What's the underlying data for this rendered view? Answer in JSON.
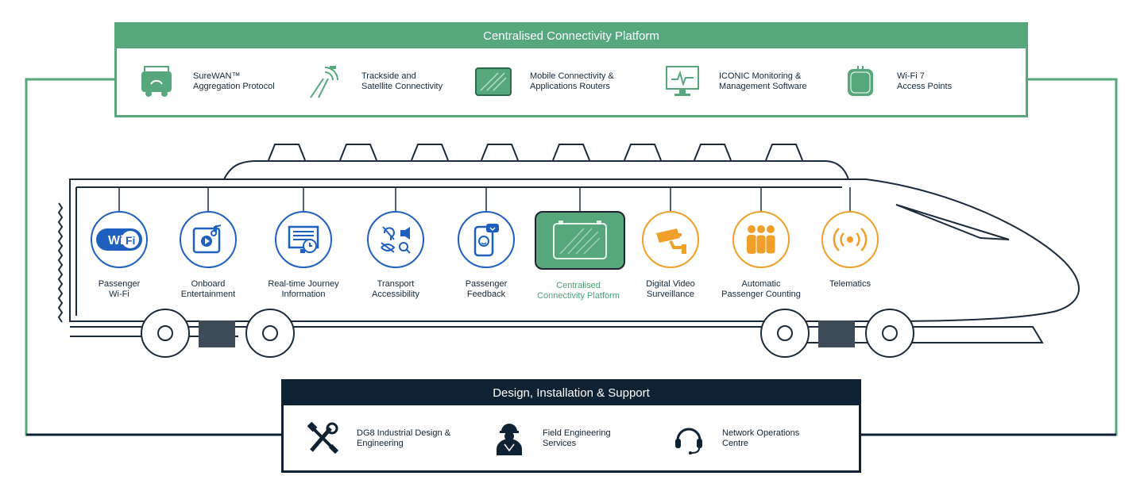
{
  "top_panel": {
    "title": "Centralised Connectivity Platform",
    "items": [
      {
        "icon": "surewan-icon",
        "lines": [
          "SureWAN™",
          "Aggregation Protocol"
        ]
      },
      {
        "icon": "satellite-trackside-icon",
        "lines": [
          "Trackside and",
          "Satellite Connectivity"
        ]
      },
      {
        "icon": "router-icon",
        "lines": [
          "Mobile Connectivity &",
          "Applications Routers"
        ]
      },
      {
        "icon": "monitor-icon",
        "lines": [
          "ICONIC Monitoring &",
          "Management Software"
        ]
      },
      {
        "icon": "access-point-icon",
        "lines": [
          "Wi-Fi 7",
          "Access Points"
        ]
      }
    ]
  },
  "services": [
    {
      "icon": "wifi-icon",
      "color": "#1f5fbf",
      "lines": [
        "Passenger",
        "Wi-Fi"
      ],
      "badge": [
        "Wi",
        "Fi"
      ]
    },
    {
      "icon": "tablet-music-icon",
      "color": "#1f5fbf",
      "lines": [
        "Onboard",
        "Entertainment"
      ]
    },
    {
      "icon": "journey-screen-icon",
      "color": "#1f5fbf",
      "lines": [
        "Real-time Journey",
        "Information"
      ]
    },
    {
      "icon": "accessibility-icon",
      "color": "#1f5fbf",
      "lines": [
        "Transport",
        "Accessibility"
      ]
    },
    {
      "icon": "phone-feedback-icon",
      "color": "#1f5fbf",
      "lines": [
        "Passenger",
        "Feedback"
      ]
    },
    {
      "icon": "router-box-icon",
      "color": "#56a87c",
      "lines": [
        "Centralised",
        "Connectivity Platform"
      ]
    },
    {
      "icon": "cctv-camera-icon",
      "color": "#f0a02a",
      "lines": [
        "Digital Video",
        "Surveillance"
      ]
    },
    {
      "icon": "people-count-icon",
      "color": "#f0a02a",
      "lines": [
        "Automatic",
        "Passenger Counting"
      ]
    },
    {
      "icon": "telematics-signal-icon",
      "color": "#f0a02a",
      "lines": [
        "Telematics"
      ]
    }
  ],
  "bottom_panel": {
    "title": "Design, Installation & Support",
    "items": [
      {
        "icon": "tools-icon",
        "lines": [
          "DG8 Industrial Design &",
          "Engineering"
        ]
      },
      {
        "icon": "engineer-icon",
        "lines": [
          "Field Engineering",
          "Services"
        ]
      },
      {
        "icon": "headset-icon",
        "lines": [
          "Network Operations",
          "Centre"
        ]
      }
    ]
  },
  "colors": {
    "green": "#56a87c",
    "navy": "#0f2233",
    "blue": "#1f5fbf",
    "orange": "#f0a02a"
  }
}
